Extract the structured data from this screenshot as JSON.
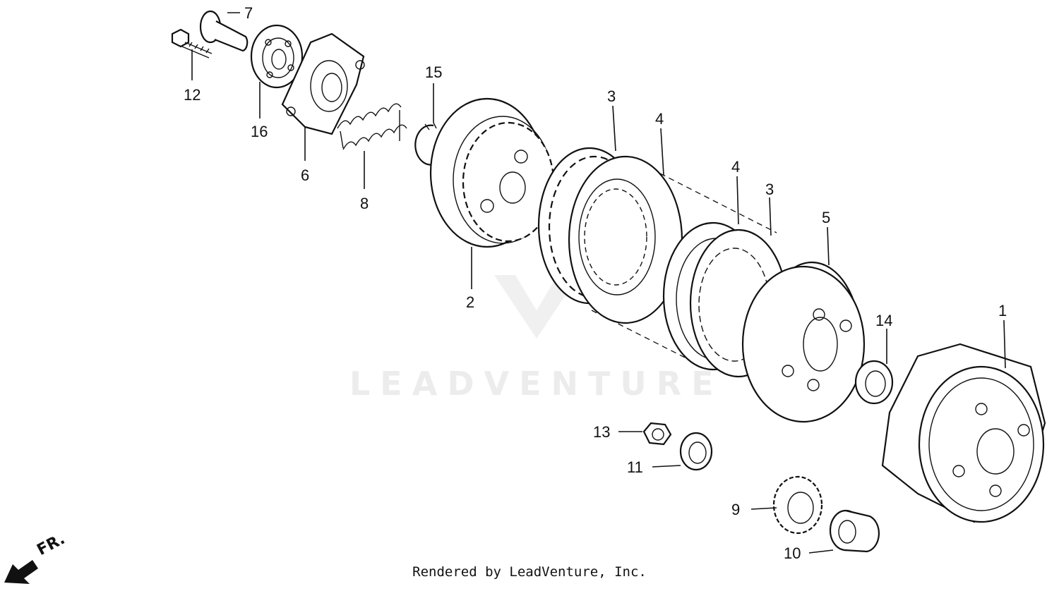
{
  "footer": "Rendered by LeadVenture, Inc.",
  "watermark": "LEADVENTURE",
  "direction": {
    "label": "FR."
  },
  "callouts": [
    {
      "id": "c7",
      "text": "7"
    },
    {
      "id": "c12",
      "text": "12"
    },
    {
      "id": "c16",
      "text": "16"
    },
    {
      "id": "c6",
      "text": "6"
    },
    {
      "id": "c8",
      "text": "8"
    },
    {
      "id": "c15",
      "text": "15"
    },
    {
      "id": "c2",
      "text": "2"
    },
    {
      "id": "c3a",
      "text": "3"
    },
    {
      "id": "c4a",
      "text": "4"
    },
    {
      "id": "c4b",
      "text": "4"
    },
    {
      "id": "c3b",
      "text": "3"
    },
    {
      "id": "c5",
      "text": "5"
    },
    {
      "id": "c14",
      "text": "14"
    },
    {
      "id": "c1",
      "text": "1"
    },
    {
      "id": "c13",
      "text": "13"
    },
    {
      "id": "c11",
      "text": "11"
    },
    {
      "id": "c9",
      "text": "9"
    },
    {
      "id": "c10",
      "text": "10"
    }
  ]
}
